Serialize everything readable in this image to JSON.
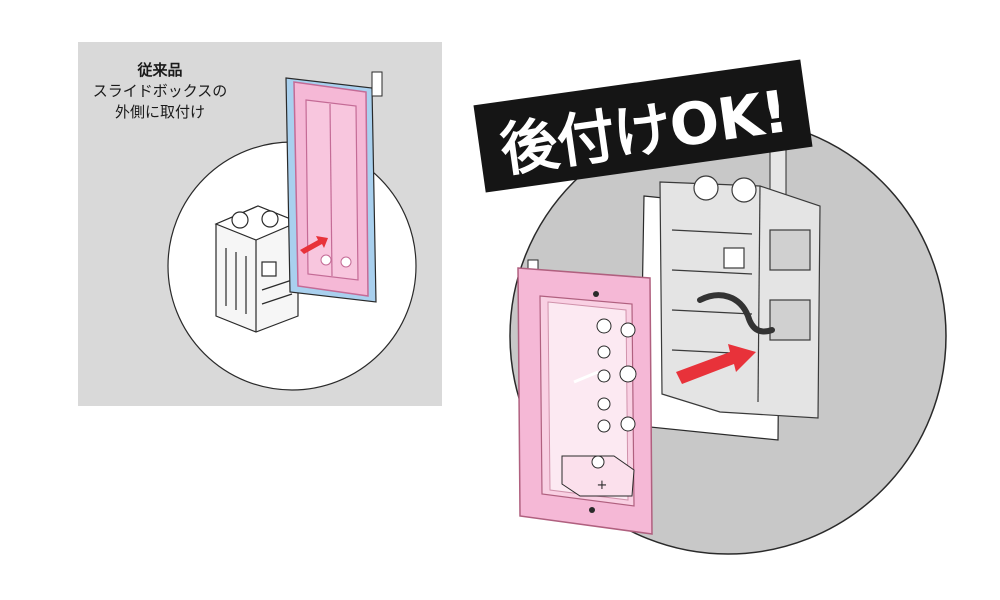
{
  "left_panel": {
    "title": "従来品",
    "line1": "スライドボックスの",
    "line2": "外側に取付け"
  },
  "right_panel": {
    "banner": "後付けOK!",
    "plate_label": "+"
  },
  "colors": {
    "panel_bg": "#d9d9d9",
    "circle_bg": "#c8c8c8",
    "pink": "#f5b8d6",
    "pink_stroke": "#c46b96",
    "blue": "#a9d0ee",
    "arrow_red": "#e8323a",
    "banner_bg": "#151515",
    "banner_text": "#ffffff"
  }
}
